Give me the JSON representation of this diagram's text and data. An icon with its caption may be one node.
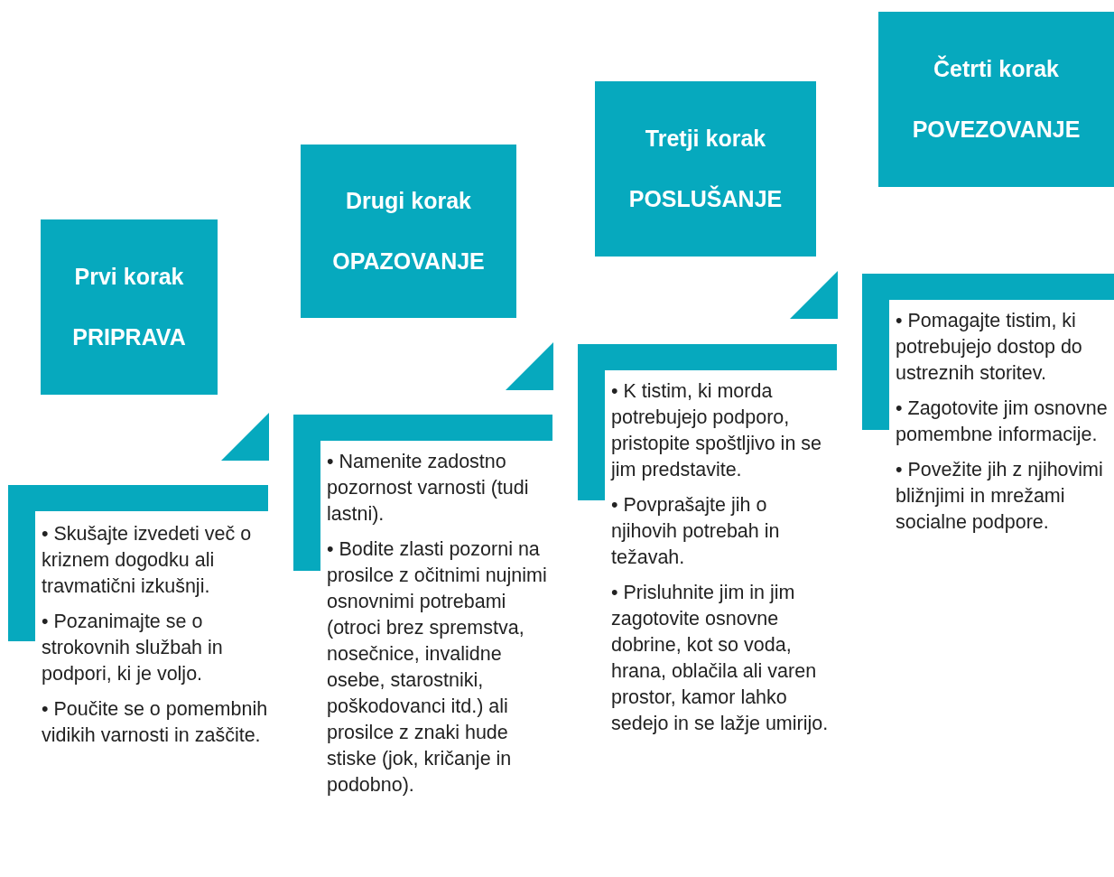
{
  "diagram": {
    "nodes": [
      {
        "text": [
          "Prvi korak",
          "PRIPRAVA"
        ]
      },
      {
        "text": [
          "• Skušajte izvedeti več o kriznem dogodku ali travmatični izkušnji.",
          "• Pozanimajte se o strokovnih službah in podpori, ki je voljo.",
          "• Poučite se o pomembnih vidikih varnosti in zaščite."
        ]
      },
      {
        "text": [
          "Drugi korak",
          "OPAZOVANJE"
        ]
      },
      {
        "text": [
          "• Namenite zadostno pozornost varnosti (tudi lastni).",
          "• Bodite zlasti pozorni na prosilce z očitnimi nujnimi osnovnimi potrebami (otroci brez spremstva, nosečnice, invalidne osebe, starostniki, poškodovanci itd.) ali prosilce z znaki hude stiske (jok, kričanje in podobno)."
        ]
      },
      {
        "text": [
          "Tretji korak",
          "POSLUŠANJE"
        ]
      },
      {
        "text": [
          "• K tistim, ki morda potrebujejo podporo, pristopite spoštljivo in se jim predstavite.",
          "• Povprašajte jih o njihovih potrebah in težavah.",
          "• Prisluhnite jim in jim zagotovite osnovne dobrine, kot so voda, hrana, oblačila ali varen prostor, kamor lahko sedejo in se lažje umirijo."
        ]
      },
      {
        "text": [
          "Četrti korak",
          "POVEZOVANJE"
        ]
      },
      {
        "text": [
          "• Pomagajte tistim, ki potrebujejo dostop do ustreznih storitev.",
          "• Zagotovite jim osnovne pomembne informacije.",
          "• Povežite jih z njihovimi bližnjimi in mrežami socialne podpore."
        ]
      }
    ]
  }
}
